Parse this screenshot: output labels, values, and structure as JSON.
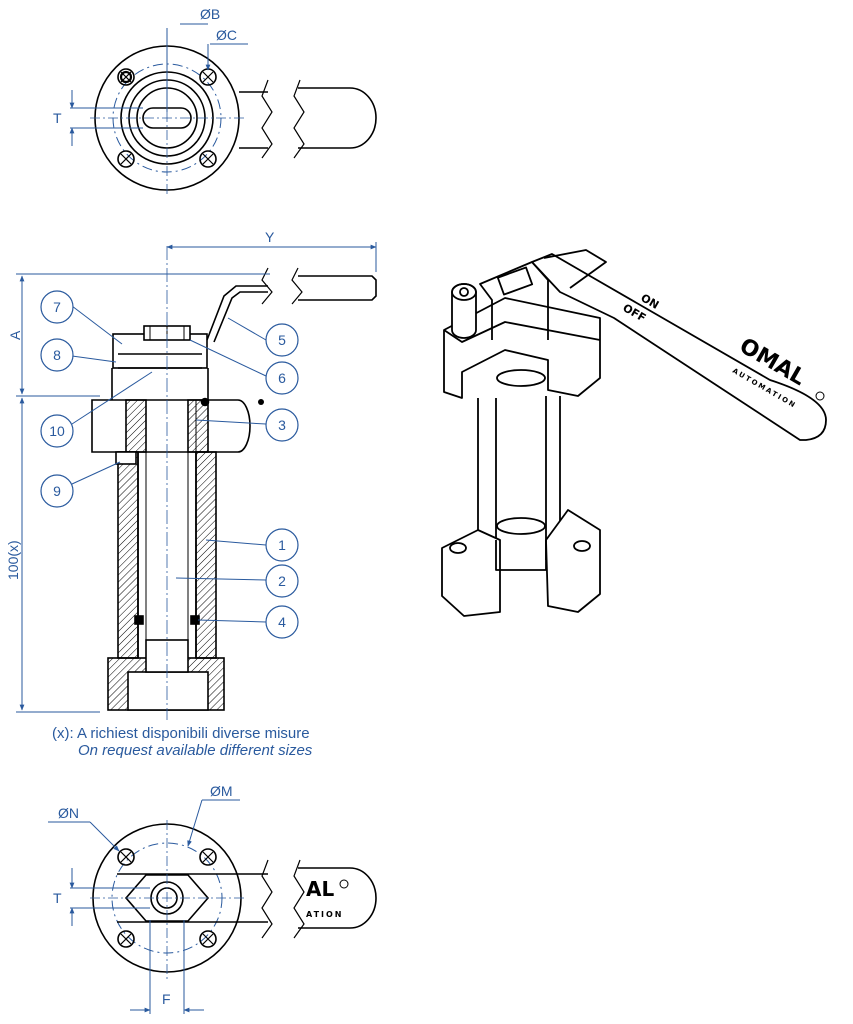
{
  "dimensions": {
    "dia_b": "ØB",
    "dia_c": "ØC",
    "t_top": "T",
    "y": "Y",
    "a": "A",
    "hundred": "100(x)",
    "dia_m": "ØM",
    "dia_n": "ØN",
    "t_bottom": "T",
    "f": "F"
  },
  "parts": [
    "1",
    "2",
    "3",
    "4",
    "5",
    "6",
    "7",
    "8",
    "9",
    "10"
  ],
  "note": {
    "italian": "(x): A richiest disponibili diverse misure",
    "english": "On request available different sizes"
  },
  "handle_text": {
    "on": "ON",
    "off": "OFF",
    "logo": "OMAL",
    "logo_sub": "AUTOMATION",
    "logo_small": "AL",
    "logo_small_sub": "ATION"
  },
  "colors": {
    "line": "#000000",
    "dimension": "#2a5a9e",
    "hatch": "#000000"
  }
}
